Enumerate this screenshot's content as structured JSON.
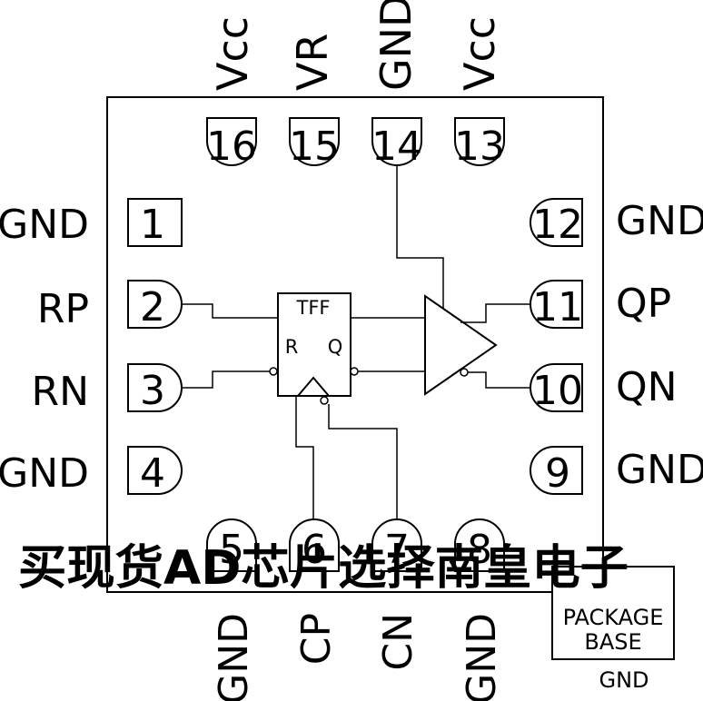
{
  "top_pin_names": [
    "Vcc",
    "VR",
    "GND",
    "Vcc"
  ],
  "top_pin_numbers": [
    "16",
    "15",
    "14",
    "13"
  ],
  "left_pin_names": [
    "GND",
    "RP",
    "RN",
    "GND"
  ],
  "left_pin_numbers": [
    "1",
    "2",
    "3",
    "4"
  ],
  "right_pin_names": [
    "GND",
    "QP",
    "QN",
    "GND"
  ],
  "right_pin_numbers": [
    "12",
    "11",
    "10",
    "9"
  ],
  "bottom_pin_names": [
    "GND",
    "CP",
    "CN",
    "GND"
  ],
  "bottom_pin_numbers": [
    "5",
    "6",
    "7",
    "8"
  ],
  "flipflop": {
    "title": "TFF",
    "r_label": "R",
    "q_label": "Q"
  },
  "package_base": {
    "line1": "PACKAGE",
    "line2": "BASE",
    "ground": "GND"
  },
  "watermark": "买现货AD芯片选择南皇电子",
  "colors": {
    "line": "#000000",
    "watermark": "#f0524e"
  }
}
